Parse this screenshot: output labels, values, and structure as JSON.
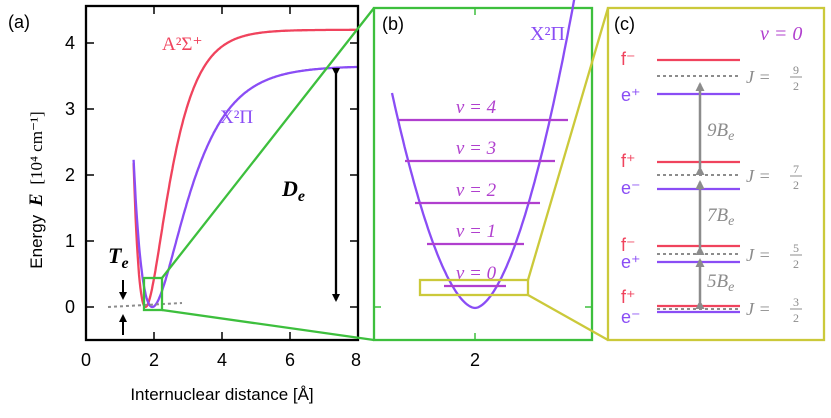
{
  "colors": {
    "red": "#f0435d",
    "purple": "#8a4df5",
    "magenta": "#b03fce",
    "green": "#3dbf3d",
    "yellow": "#cbc93a",
    "gray": "#8c8c8c",
    "black": "#000000"
  },
  "panel_a": {
    "label": "(a)",
    "ylabel_prefix": "Energy",
    "ylabel_symbol": "E",
    "ylabel_units": "[10⁴ cm⁻¹]",
    "xlabel": "Internuclear distance [Å]",
    "xticks": [
      "0",
      "2",
      "4",
      "6",
      "8"
    ],
    "yticks": [
      "0",
      "1",
      "2",
      "3",
      "4"
    ],
    "curve_upper_label": "A²Σ⁺",
    "curve_lower_label": "X²Π",
    "De_label": "D",
    "De_sub": "e",
    "Te_label": "T",
    "Te_sub": "e"
  },
  "panel_b": {
    "label": "(b)",
    "state_label": "X²Π",
    "xtick": "2",
    "levels": [
      "ν = 0",
      "ν = 1",
      "ν = 2",
      "ν = 3",
      "ν = 4"
    ]
  },
  "panel_c": {
    "label": "(c)",
    "nu_label": "ν = 0",
    "groups": [
      {
        "top": "f⁻",
        "bottom": "e⁺",
        "J_num": "9",
        "J_den": "2"
      },
      {
        "top": "f⁺",
        "bottom": "e⁻",
        "J_num": "7",
        "J_den": "2"
      },
      {
        "top": "f⁻",
        "bottom": "e⁺",
        "J_num": "5",
        "J_den": "2"
      },
      {
        "top": "f⁺",
        "bottom": "e⁻",
        "J_num": "3",
        "J_den": "2"
      }
    ],
    "J_symbol": "J =",
    "spacings": [
      {
        "coef": "9",
        "sym": "B",
        "sub": "e"
      },
      {
        "coef": "7",
        "sym": "B",
        "sub": "e"
      },
      {
        "coef": "5",
        "sym": "B",
        "sub": "e"
      }
    ]
  }
}
